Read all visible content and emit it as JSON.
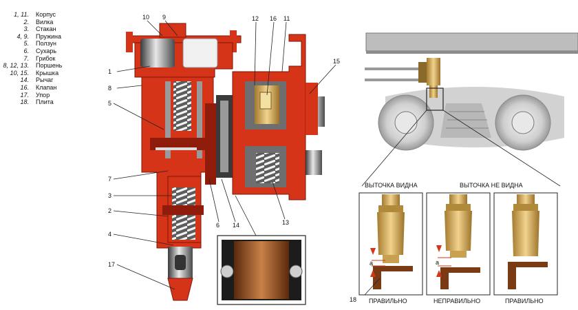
{
  "legend": [
    {
      "num": "1, 11.",
      "name": "Корпус"
    },
    {
      "num": "2.",
      "name": "Вилка"
    },
    {
      "num": "3.",
      "name": "Стакан"
    },
    {
      "num": "4, 9.",
      "name": "Пружина"
    },
    {
      "num": "5.",
      "name": "Ползун"
    },
    {
      "num": "6.",
      "name": "Сухарь"
    },
    {
      "num": "7.",
      "name": "Грибок"
    },
    {
      "num": "8, 12, 13.",
      "name": "Поршень"
    },
    {
      "num": "10, 15.",
      "name": "Крышка"
    },
    {
      "num": "14.",
      "name": "Рычаг"
    },
    {
      "num": "16.",
      "name": "Клапан"
    },
    {
      "num": "17.",
      "name": "Упор"
    },
    {
      "num": "18.",
      "name": "Плита"
    }
  ],
  "callouts": {
    "c1": "1",
    "c2": "2",
    "c3": "3",
    "c4": "4",
    "c5": "5",
    "c6": "6",
    "c7": "7",
    "c8": "8",
    "c9": "9",
    "c10": "10",
    "c11": "11",
    "c12": "12",
    "c13": "13",
    "c14": "14",
    "c15": "15",
    "c16": "16",
    "c17": "17",
    "c18": "18"
  },
  "headers": {
    "visible": "ВЫТОЧКА ВИДНА",
    "not_visible": "ВЫТОЧКА НЕ ВИДНА"
  },
  "panels": {
    "correct_1": "ПРАВИЛЬНО",
    "incorrect": "НЕПРАВИЛЬНО",
    "correct_2": "ПРАВИЛЬНО",
    "gap_symbol": "a"
  },
  "colors": {
    "housing": "#d63418",
    "housing_dark": "#8f1c0b",
    "spring": "#e6e6e6",
    "steel": "#b8b8b8",
    "brass": "#c9a050",
    "plate": "#7a3a14"
  }
}
